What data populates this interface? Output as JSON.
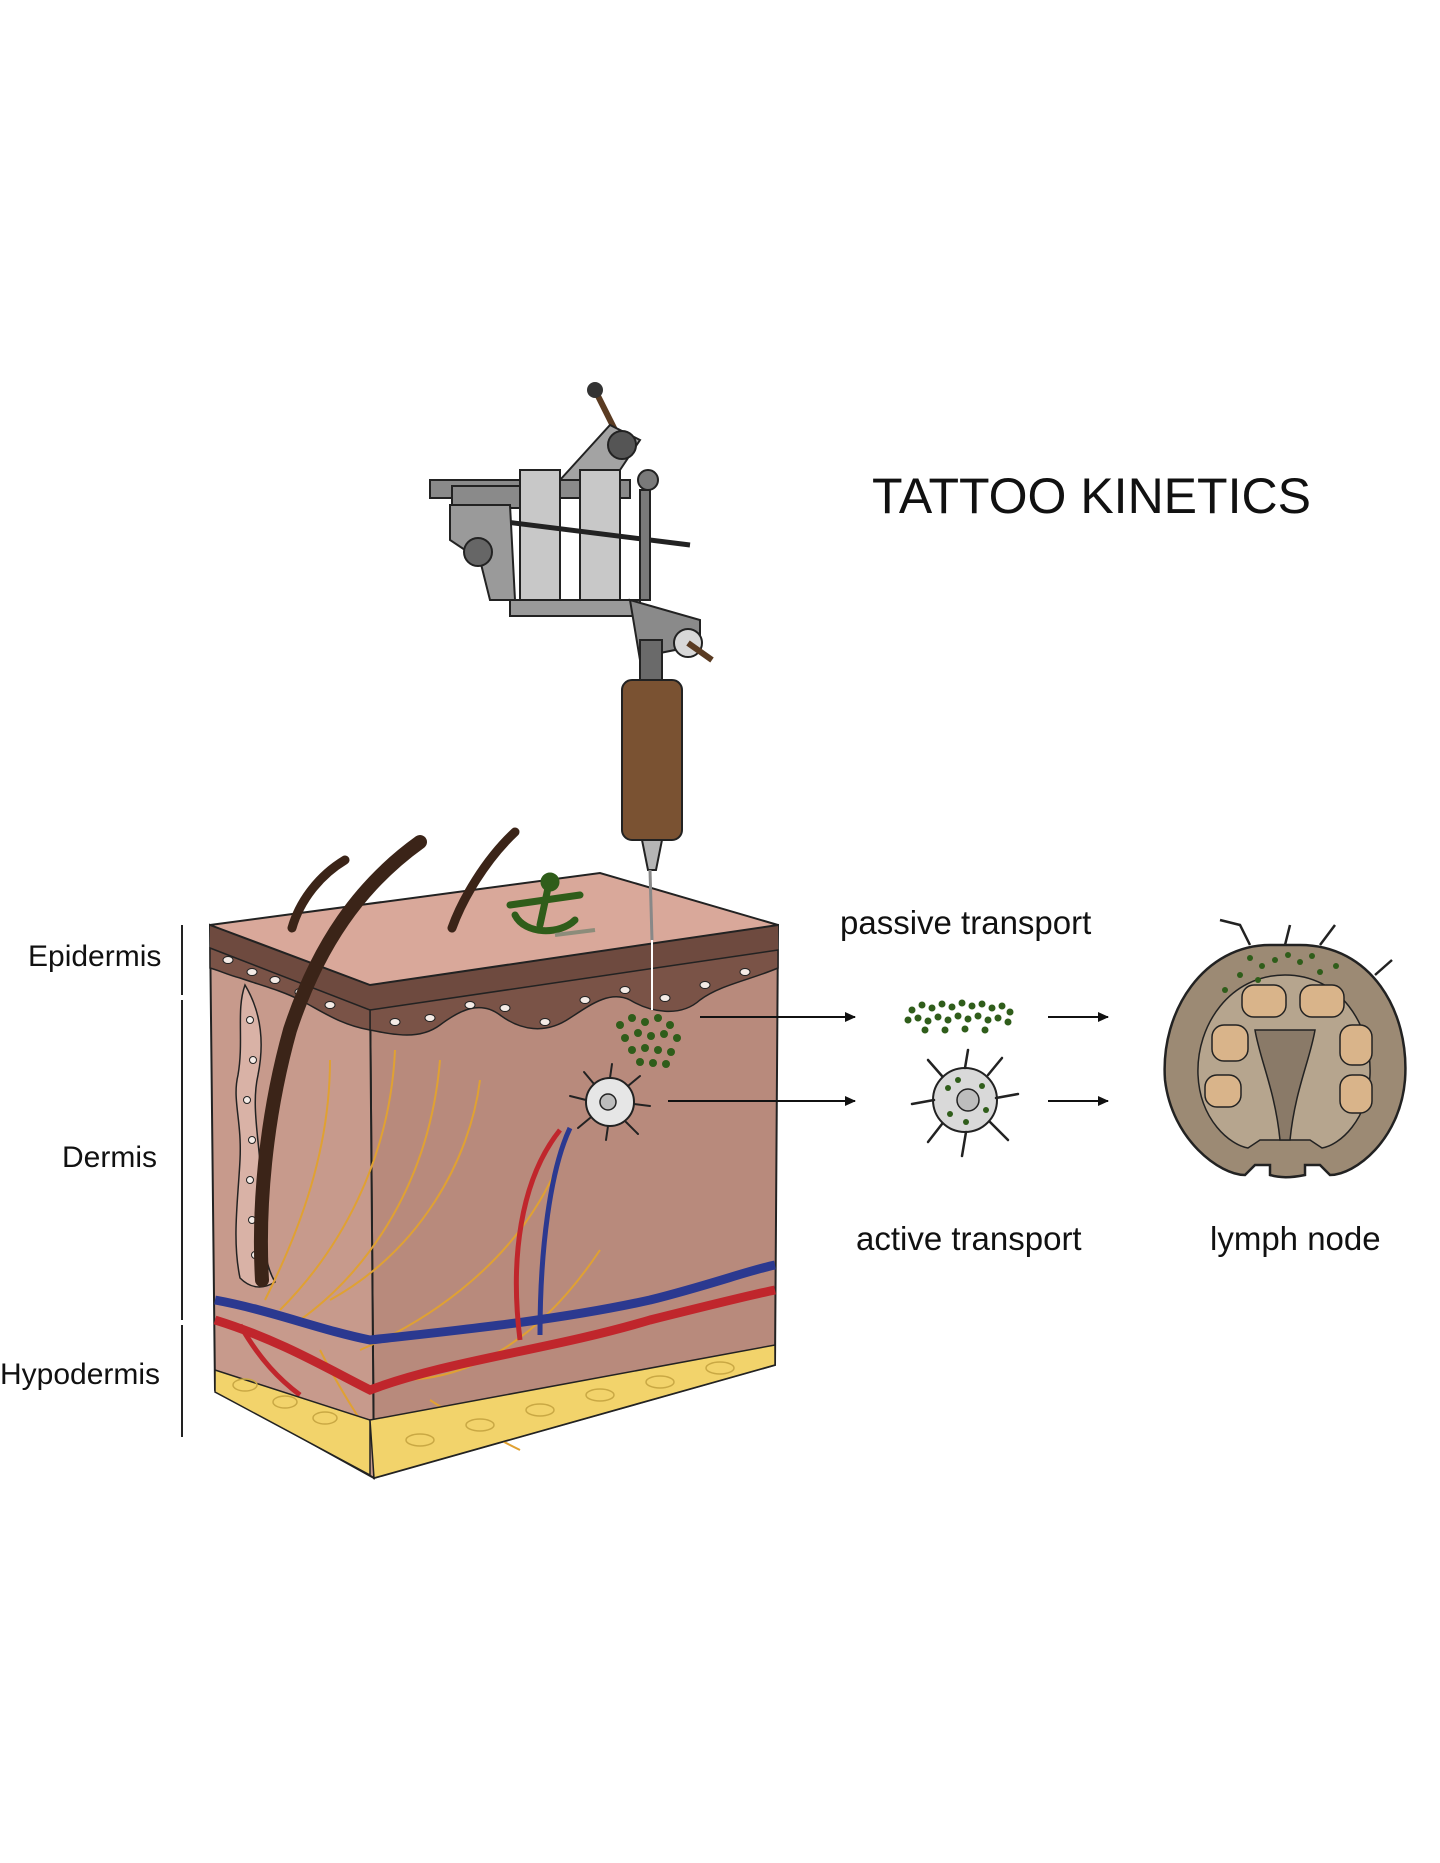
{
  "title": "TATTOO KINETICS",
  "layers": {
    "epidermis": "Epidermis",
    "dermis": "Dermis",
    "hypodermis": "Hypodermis"
  },
  "transport": {
    "passive": "passive transport",
    "active": "active transport",
    "destination": "lymph node"
  },
  "colors": {
    "skin": "#c79a8c",
    "epidermis": "#6e4a3f",
    "ink": "#2f5d1a",
    "artery": "#c0262c",
    "vein": "#2b3990",
    "nerve": "#e0a132",
    "fat": "#f2d36b",
    "lymph": "#8a7a68"
  }
}
